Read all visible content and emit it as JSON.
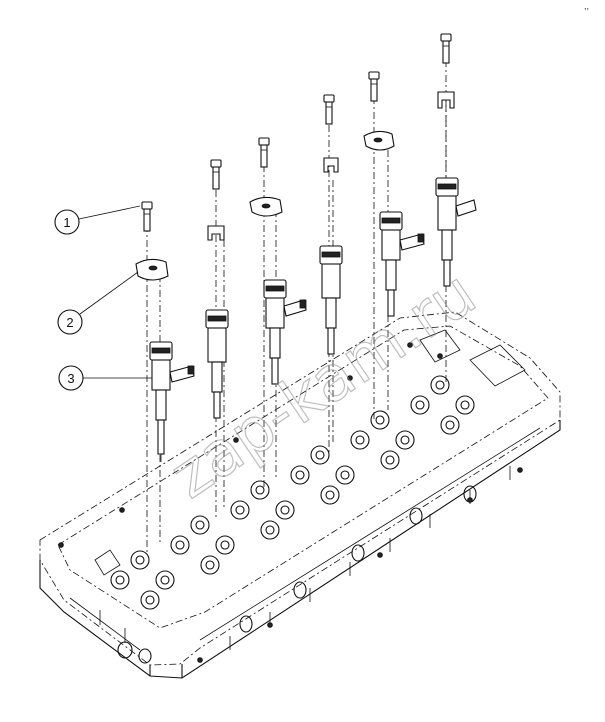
{
  "corner_mark": ",,",
  "watermark": "zap-kam.ru",
  "callouts": [
    {
      "label": "1"
    },
    {
      "label": "2"
    },
    {
      "label": "3"
    }
  ]
}
